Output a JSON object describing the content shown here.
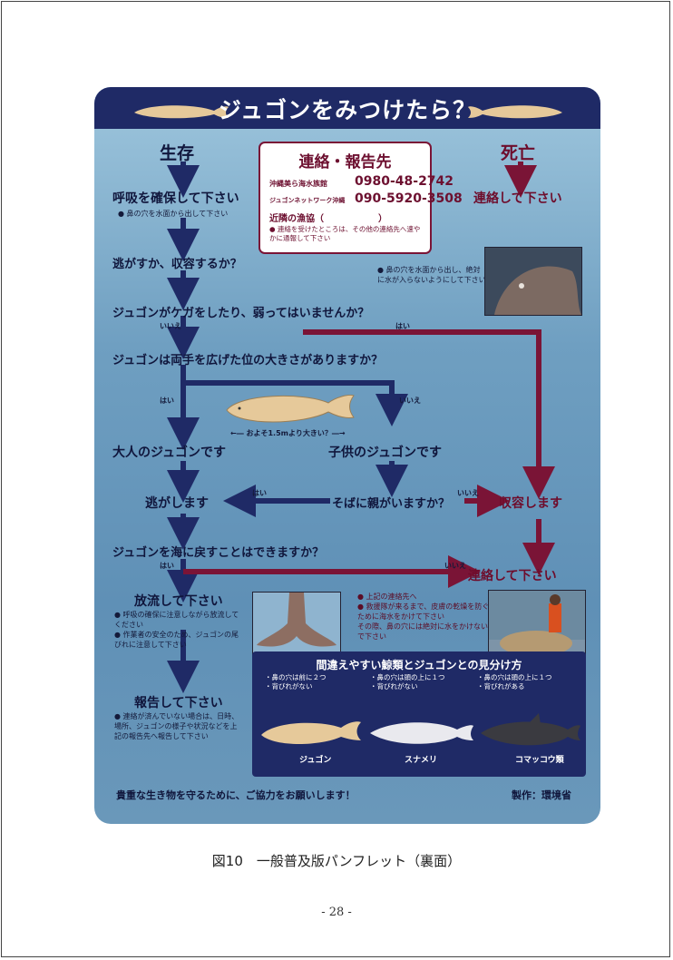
{
  "poster": {
    "title": "ジュゴンをみつけたら？",
    "alive": "生存",
    "dead": "死亡",
    "contact": {
      "title": "連絡・報告先",
      "org1": "沖縄美ら海水族館",
      "num1": "0980-48-2742",
      "org2": "ジュゴンネットワーク沖縄",
      "num2": "090-5920-3508",
      "org3": "近隣の漁協（　　　　　　）",
      "note": "● 連絡を受けたところは、その他の連絡先へ速やかに通報して下さい"
    },
    "contact_dead": "連絡して下さい",
    "secure_breathing": "呼吸を確保して下さい",
    "secure_breathing_note": "● 鼻の穴を水面から出して下さい",
    "release_or_keep": "逃がすか、収容するか？",
    "nose_note": "● 鼻の穴を水面から出し、絶対に水が入らないようにして下さい",
    "injured_q": "ジュゴンがケガをしたり、弱ってはいませんか？",
    "no": "いいえ",
    "yes": "はい",
    "size_q": "ジュゴンは両手を広げた位の大きさがありますか？",
    "size_hint": "←― およそ1.5mより大きい？―→",
    "adult": "大人のジュゴンです",
    "child": "子供のジュゴンです",
    "release": "逃がします",
    "parent_q": "そばに親がいますか？",
    "keep": "収容します",
    "return_q": "ジュゴンを海に戻すことはできますか？",
    "contact_again": "連絡して下さい",
    "let_go": "放流して下さい",
    "let_go_notes": "● 呼吸の確保に注意しながら放流してください\n● 作業者の安全のため、ジュゴンの尾びれに注意して下さい",
    "keep_notes": "● 上記の連絡先へ\n● 救援隊が来るまで、皮膚の乾燥を防ぐために海水をかけて下さい\nその際、鼻の穴には絶対に水をかけないで下さい",
    "report": "報告して下さい",
    "report_notes": "● 連絡が済んでいない場合は、日時、場所、ジュゴンの様子や状況などを上記の報告先へ報告して下さい",
    "compare_title": "間違えやすい鯨類とジュゴンとの見分け方",
    "compare_items": [
      {
        "text": "・鼻の穴は前に２つ\n・背びれがない",
        "name": "ジュゴン"
      },
      {
        "text": "・鼻の穴は頭の上に１つ\n・背びれがない",
        "name": "スナメリ"
      },
      {
        "text": "・鼻の穴は頭の上に１つ\n・背びれがある",
        "name": "コマッコウ類"
      }
    ],
    "footer_msg": "貴重な生き物を守るために、ご協力をお願いします！",
    "credit": "製作：環境省"
  },
  "caption": "図10　一般普及版パンフレット（裏面）",
  "page_number": "- 28 -",
  "colors": {
    "navy": "#1f2a66",
    "maroon": "#7a1436",
    "dugong": "#e6c99a"
  }
}
